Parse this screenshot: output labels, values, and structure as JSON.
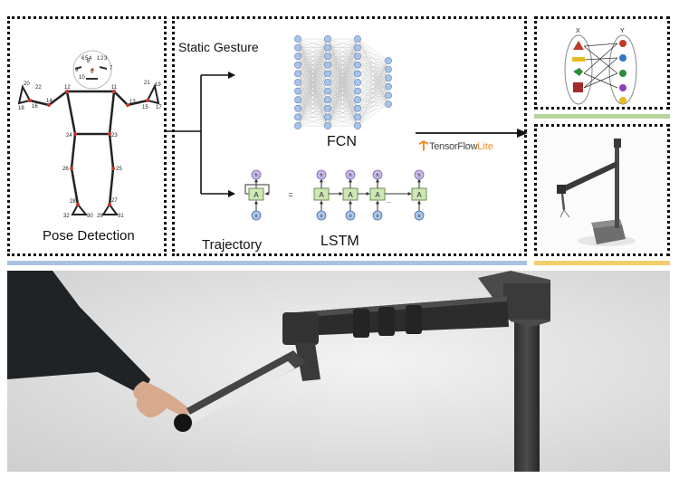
{
  "pose": {
    "label": "Pose Detection",
    "keypoints": [
      "0",
      "1",
      "2",
      "3",
      "4",
      "5",
      "6",
      "7",
      "8",
      "9",
      "10",
      "11",
      "12",
      "13",
      "14",
      "15",
      "16",
      "17",
      "18",
      "19",
      "20",
      "21",
      "22",
      "23",
      "24",
      "25",
      "26",
      "27",
      "28",
      "29",
      "30",
      "31",
      "32"
    ],
    "point_color": "#c0392b"
  },
  "models": {
    "static_label": "Static Gesture",
    "fcn_label": "FCN",
    "trajectory_label": "Trajectory",
    "lstm_label": "LSTM",
    "node_color": "#a9c4e8",
    "lstm_cell": {
      "label": "A",
      "hidden": "h",
      "input": "x",
      "color": "#cfe7b8"
    },
    "equals": "=",
    "ellipsis": "..."
  },
  "tflite": {
    "prefix": "TensorFlow",
    "suffix": "Lite",
    "icon": "tensorflow-logo-icon",
    "color": "#f28c1f"
  },
  "mapping": {
    "x_label": "X",
    "y_label": "Y",
    "x_colors": [
      "#c0392b",
      "#e8b923",
      "#2e8b3c",
      "#a32b2b"
    ],
    "y_colors": [
      "#c0392b",
      "#2e78c7",
      "#2e8b3c",
      "#8e3fb8",
      "#e8b923"
    ]
  },
  "bars": {
    "blue": "#a8c2e2",
    "green": "#b7d49a",
    "yellow": "#f2cf6c"
  }
}
